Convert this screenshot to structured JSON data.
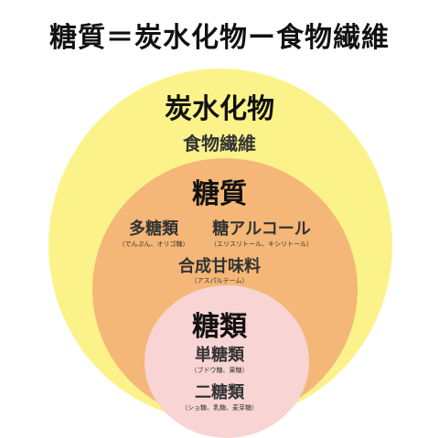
{
  "title": "糖質＝炭水化物ー食物繊維",
  "colors": {
    "outer_fill": "#fbf38a",
    "middle_fill": "#f4b777",
    "inner_fill": "#f9d4d4"
  },
  "outer": {
    "title": "炭水化物",
    "subtitle": "食物繊維"
  },
  "middle": {
    "title": "糖質",
    "item1": {
      "label": "多糖類",
      "note": "（でんぷん、オリゴ糖）"
    },
    "item2": {
      "label": "糖アルコール",
      "note": "（エリスリトール、キシリトール）"
    },
    "item3": {
      "label": "合成甘味料",
      "note": "（アスパルテーム）"
    }
  },
  "inner": {
    "title": "糖類",
    "item1": {
      "label": "単糖類",
      "note": "（ブドウ糖、果糖）"
    },
    "item2": {
      "label": "二糖類",
      "note": "（ショ糖、乳糖、麦芽糖）"
    }
  }
}
